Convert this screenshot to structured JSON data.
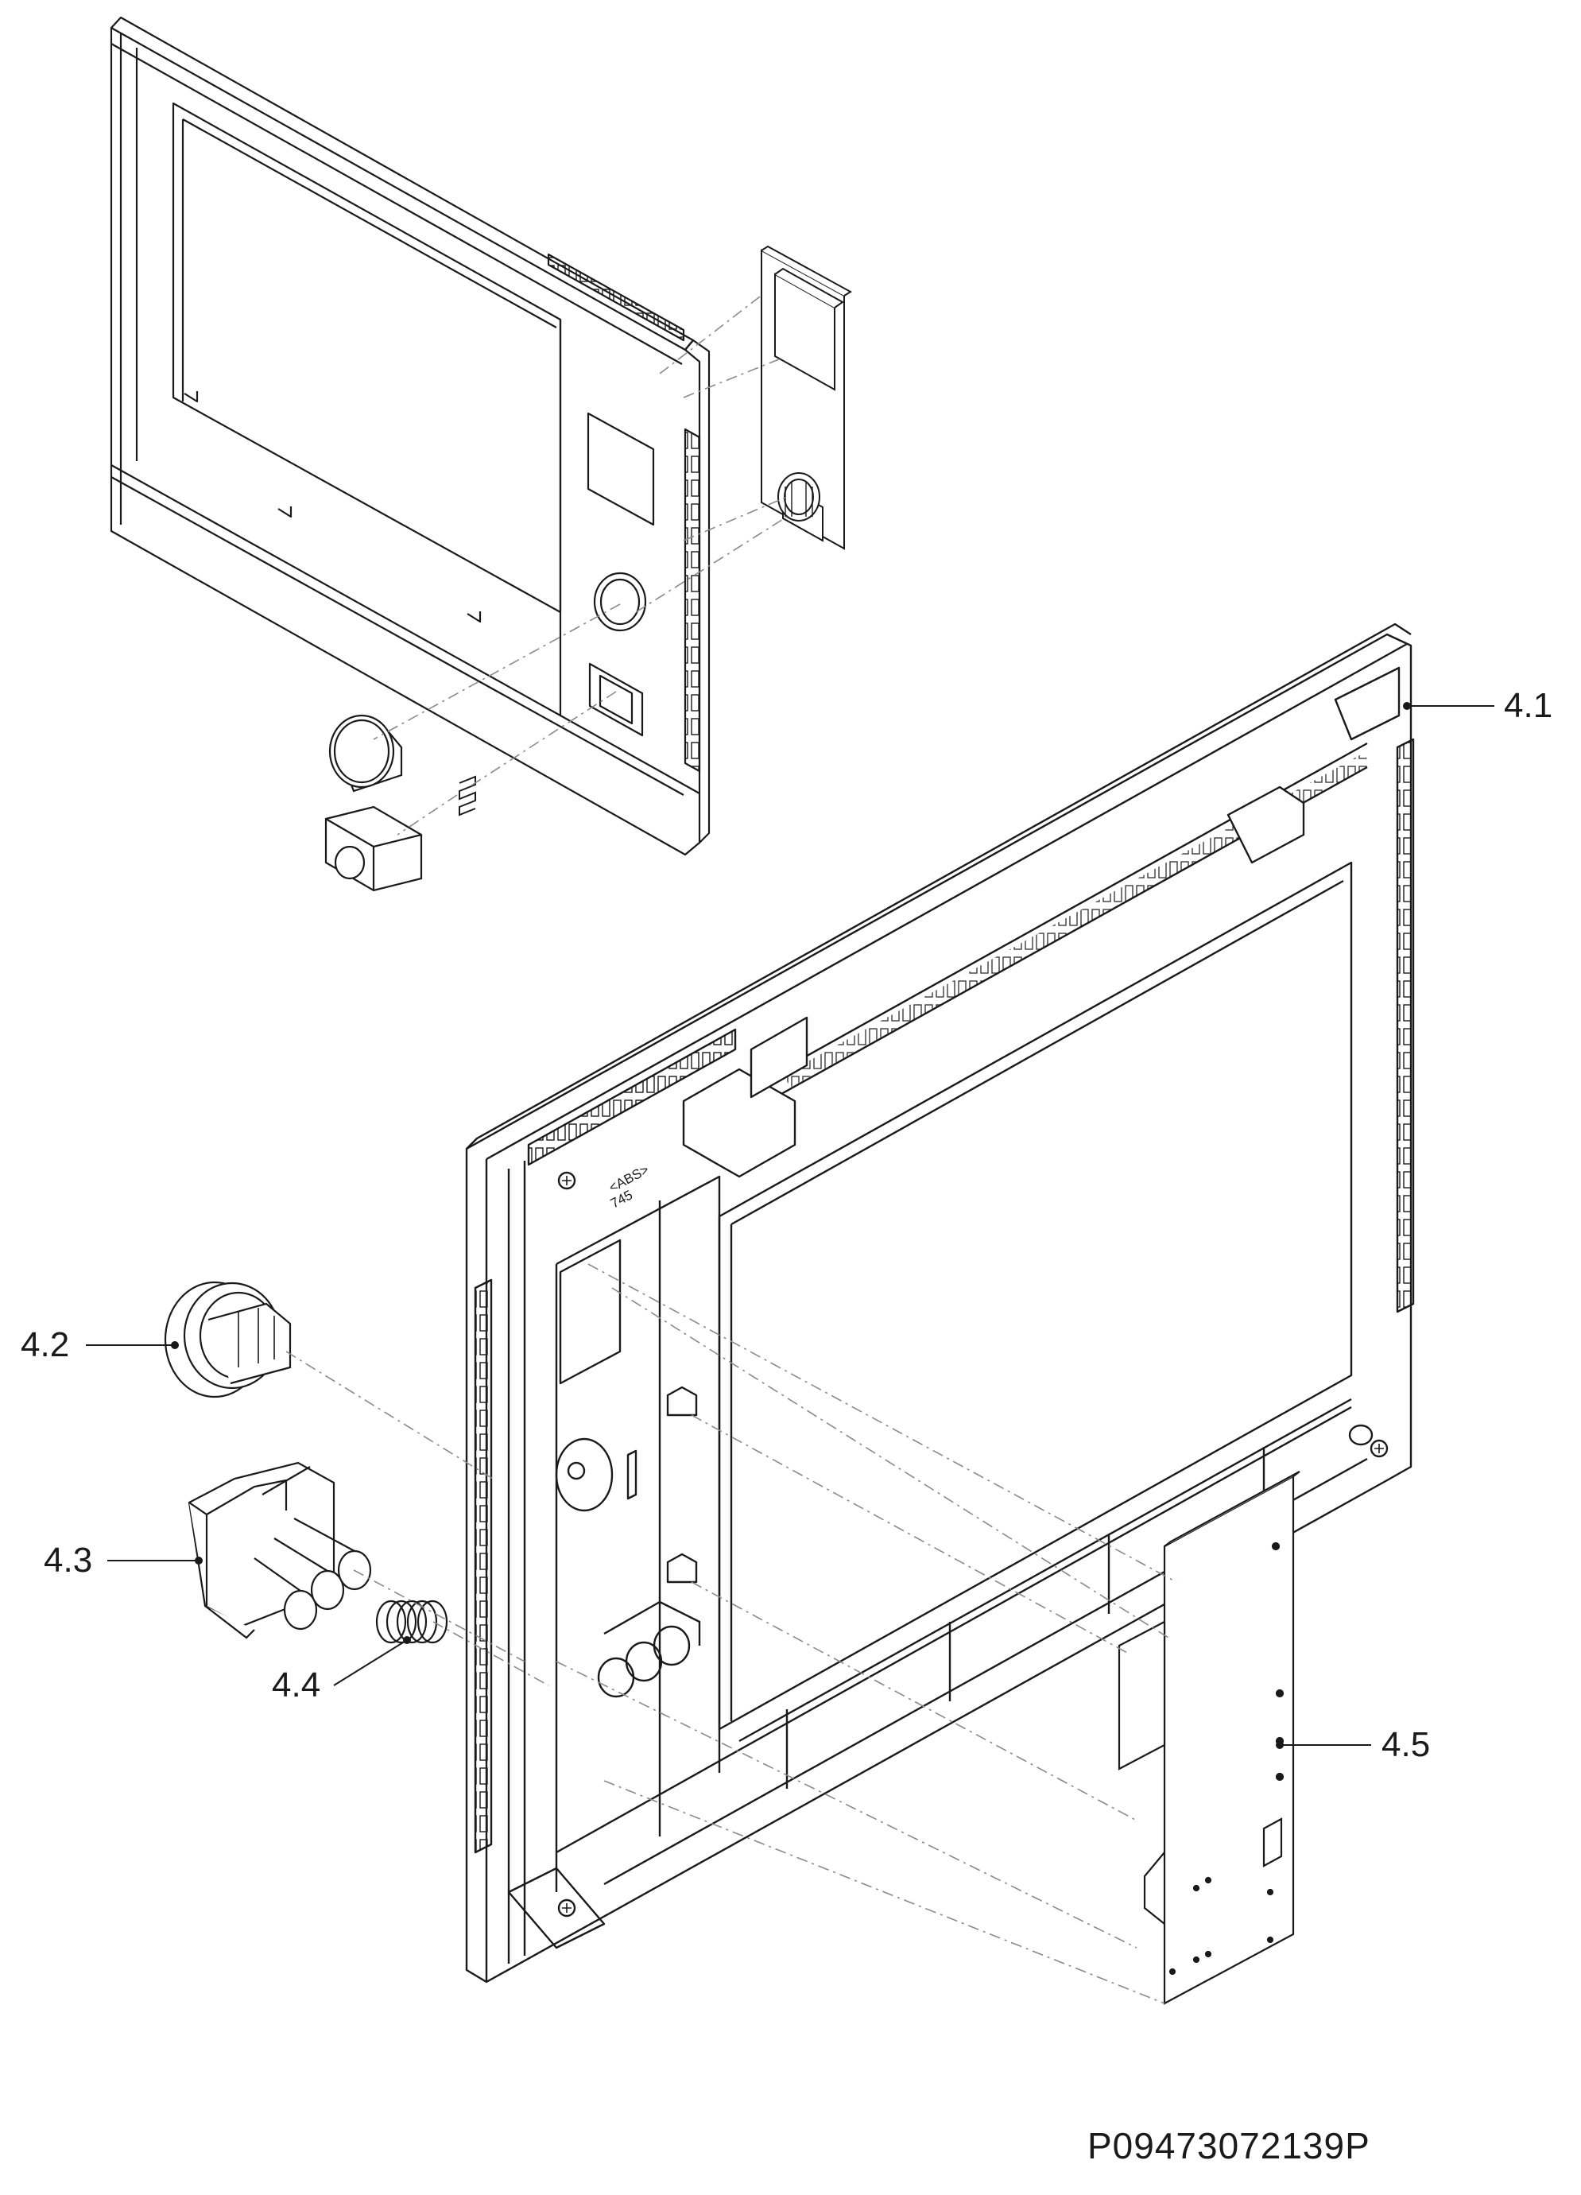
{
  "callouts": [
    {
      "id": "4.1",
      "label": "4.1"
    },
    {
      "id": "4.2",
      "label": "4.2"
    },
    {
      "id": "4.3",
      "label": "4.3"
    },
    {
      "id": "4.4",
      "label": "4.4"
    },
    {
      "id": "4.5",
      "label": "4.5"
    }
  ],
  "drawing_number": "P09473072139P",
  "molded_marking": {
    "line1": "<ABS>",
    "line2": "745"
  },
  "line_color": "#1a1a1a",
  "hidden_line_color": "#8a8a8a"
}
